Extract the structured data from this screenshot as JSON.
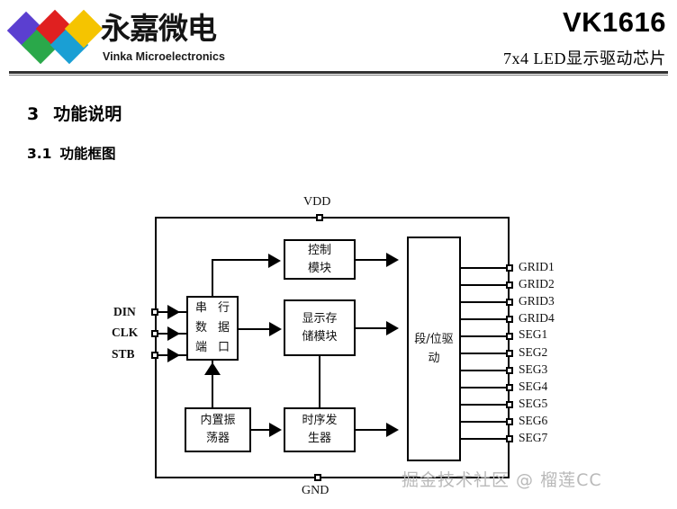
{
  "header": {
    "logo_cn": "永嘉微电",
    "logo_en": "Vinka Microelectronics",
    "part_number": "VK1616",
    "part_subtitle": "7x4 LED显示驱动芯片",
    "logo_colors": [
      "#5b3fd0",
      "#2aa84a",
      "#e02020",
      "#1a9fd4",
      "#f5c400"
    ]
  },
  "headings": {
    "section_num": "3",
    "section_title": "功能说明",
    "sub_num": "3.1",
    "sub_title": "功能框图"
  },
  "diagram": {
    "blocks": {
      "serial_port": "串行数据端口",
      "serial_port_chars": [
        "串",
        "行",
        "数",
        "据",
        "端",
        "口"
      ],
      "control_module": "控制模块",
      "control_module_lines": [
        "控制",
        "模块"
      ],
      "display_memory": "显示存储模块",
      "display_memory_lines": [
        "显示存",
        "储模块"
      ],
      "oscillator": "内置振荡器",
      "oscillator_lines": [
        "内置振",
        "荡器"
      ],
      "timing_generator": "时序发生器",
      "timing_generator_lines": [
        "时序发",
        "生器"
      ],
      "driver": "段/位驱动",
      "driver_lines": [
        "段/位驱",
        "动"
      ]
    },
    "power_pins": {
      "vdd": "VDD",
      "gnd": "GND"
    },
    "input_pins": [
      "DIN",
      "CLK",
      "STB"
    ],
    "output_pins": [
      "GRID1",
      "GRID2",
      "GRID3",
      "GRID4",
      "SEG1",
      "SEG2",
      "SEG3",
      "SEG4",
      "SEG5",
      "SEG6",
      "SEG7"
    ]
  },
  "watermark": {
    "text": "掘金技术社区 @ 榴莲CC"
  }
}
